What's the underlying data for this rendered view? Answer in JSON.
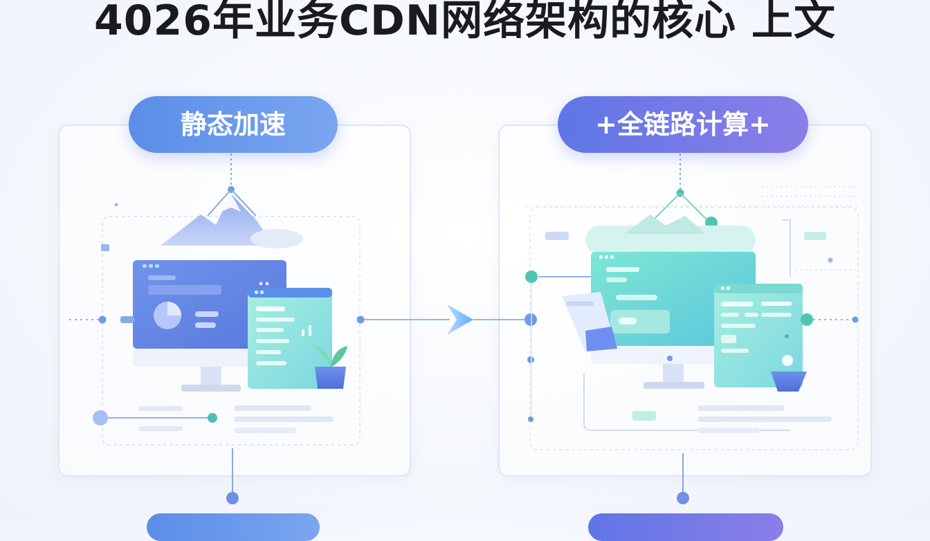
{
  "title": "4026年业务CDN网络架构的核心 上文",
  "left_panel": {
    "label": "静态加速"
  },
  "right_panel": {
    "label": "+全链路计算+"
  },
  "colors": {
    "blue_accent": "#5b8ee8",
    "purple_accent": "#8b7ee8",
    "teal_accent": "#5fd6c8",
    "connector": "#6f9be6",
    "title_text": "#1b1b1f"
  }
}
